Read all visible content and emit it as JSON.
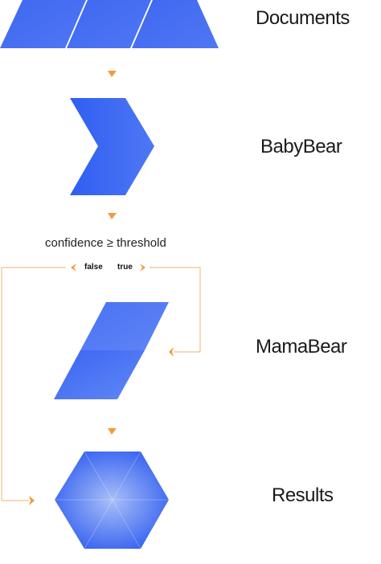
{
  "stages": {
    "documents": "Documents",
    "babybear": "BabyBear",
    "mamabear": "MamaBear",
    "results": "Results"
  },
  "condition": "confidence ≥ threshold",
  "branches": {
    "false": "false",
    "true": "true"
  },
  "colors": {
    "shape_light": "#7a9bf2",
    "shape_dark": "#2f5df0",
    "connector": "#f29a3c"
  }
}
